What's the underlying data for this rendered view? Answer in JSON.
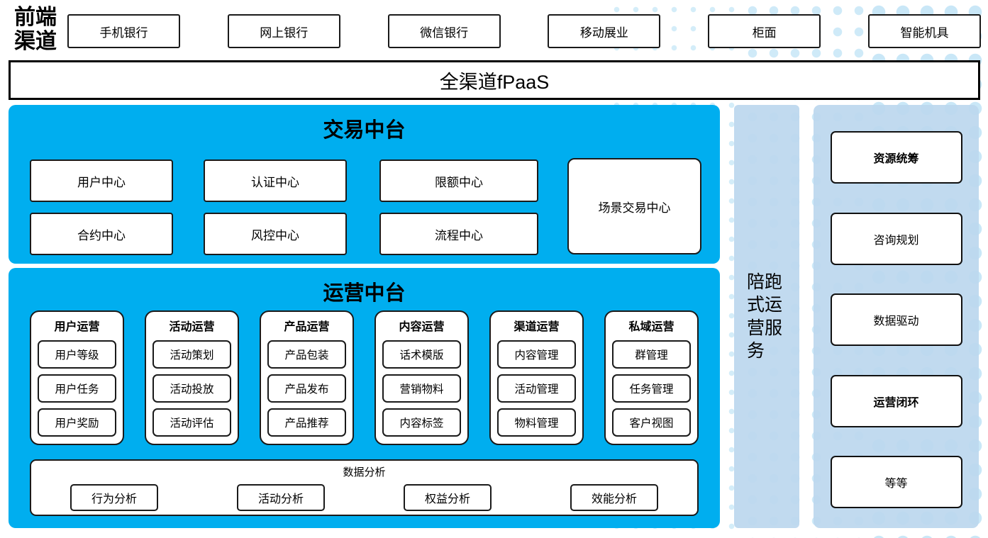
{
  "front_channels_label": "前端渠道",
  "channels": [
    "手机银行",
    "网上银行",
    "微信银行",
    "移动展业",
    "柜面",
    "智能机具"
  ],
  "fpaas_bar": "全渠道fPaaS",
  "trade_platform": {
    "title": "交易中台",
    "row1": [
      "用户中心",
      "认证中心",
      "限额中心"
    ],
    "row2": [
      "合约中心",
      "风控中心",
      "流程中心"
    ],
    "tall_box": "场景交易中心"
  },
  "operation_platform": {
    "title": "运营中台",
    "groups": [
      {
        "title": "用户运营",
        "items": [
          "用户等级",
          "用户任务",
          "用户奖励"
        ]
      },
      {
        "title": "活动运营",
        "items": [
          "活动策划",
          "活动投放",
          "活动评估"
        ]
      },
      {
        "title": "产品运营",
        "items": [
          "产品包装",
          "产品发布",
          "产品推荐"
        ]
      },
      {
        "title": "内容运营",
        "items": [
          "话术模版",
          "营销物料",
          "内容标签"
        ]
      },
      {
        "title": "渠道运营",
        "items": [
          "内容管理",
          "活动管理",
          "物料管理"
        ]
      },
      {
        "title": "私域运营",
        "items": [
          "群管理",
          "任务管理",
          "客户视图"
        ]
      }
    ],
    "analysis": {
      "title": "数据分析",
      "items": [
        "行为分析",
        "活动分析",
        "权益分析",
        "效能分析"
      ]
    }
  },
  "side_service_bar": {
    "label": "陪跑式运营服务"
  },
  "right_column": {
    "items": [
      {
        "label": "资源统筹"
      },
      {
        "label": "咨询规划"
      },
      {
        "label": "数据驱动"
      },
      {
        "label": "运营闭环"
      },
      {
        "label": "等等"
      }
    ]
  },
  "colors": {
    "accent_blue": "#00AEEF",
    "light_blue": "#BCD7EE",
    "dot_blue": "#CFEAF8"
  }
}
